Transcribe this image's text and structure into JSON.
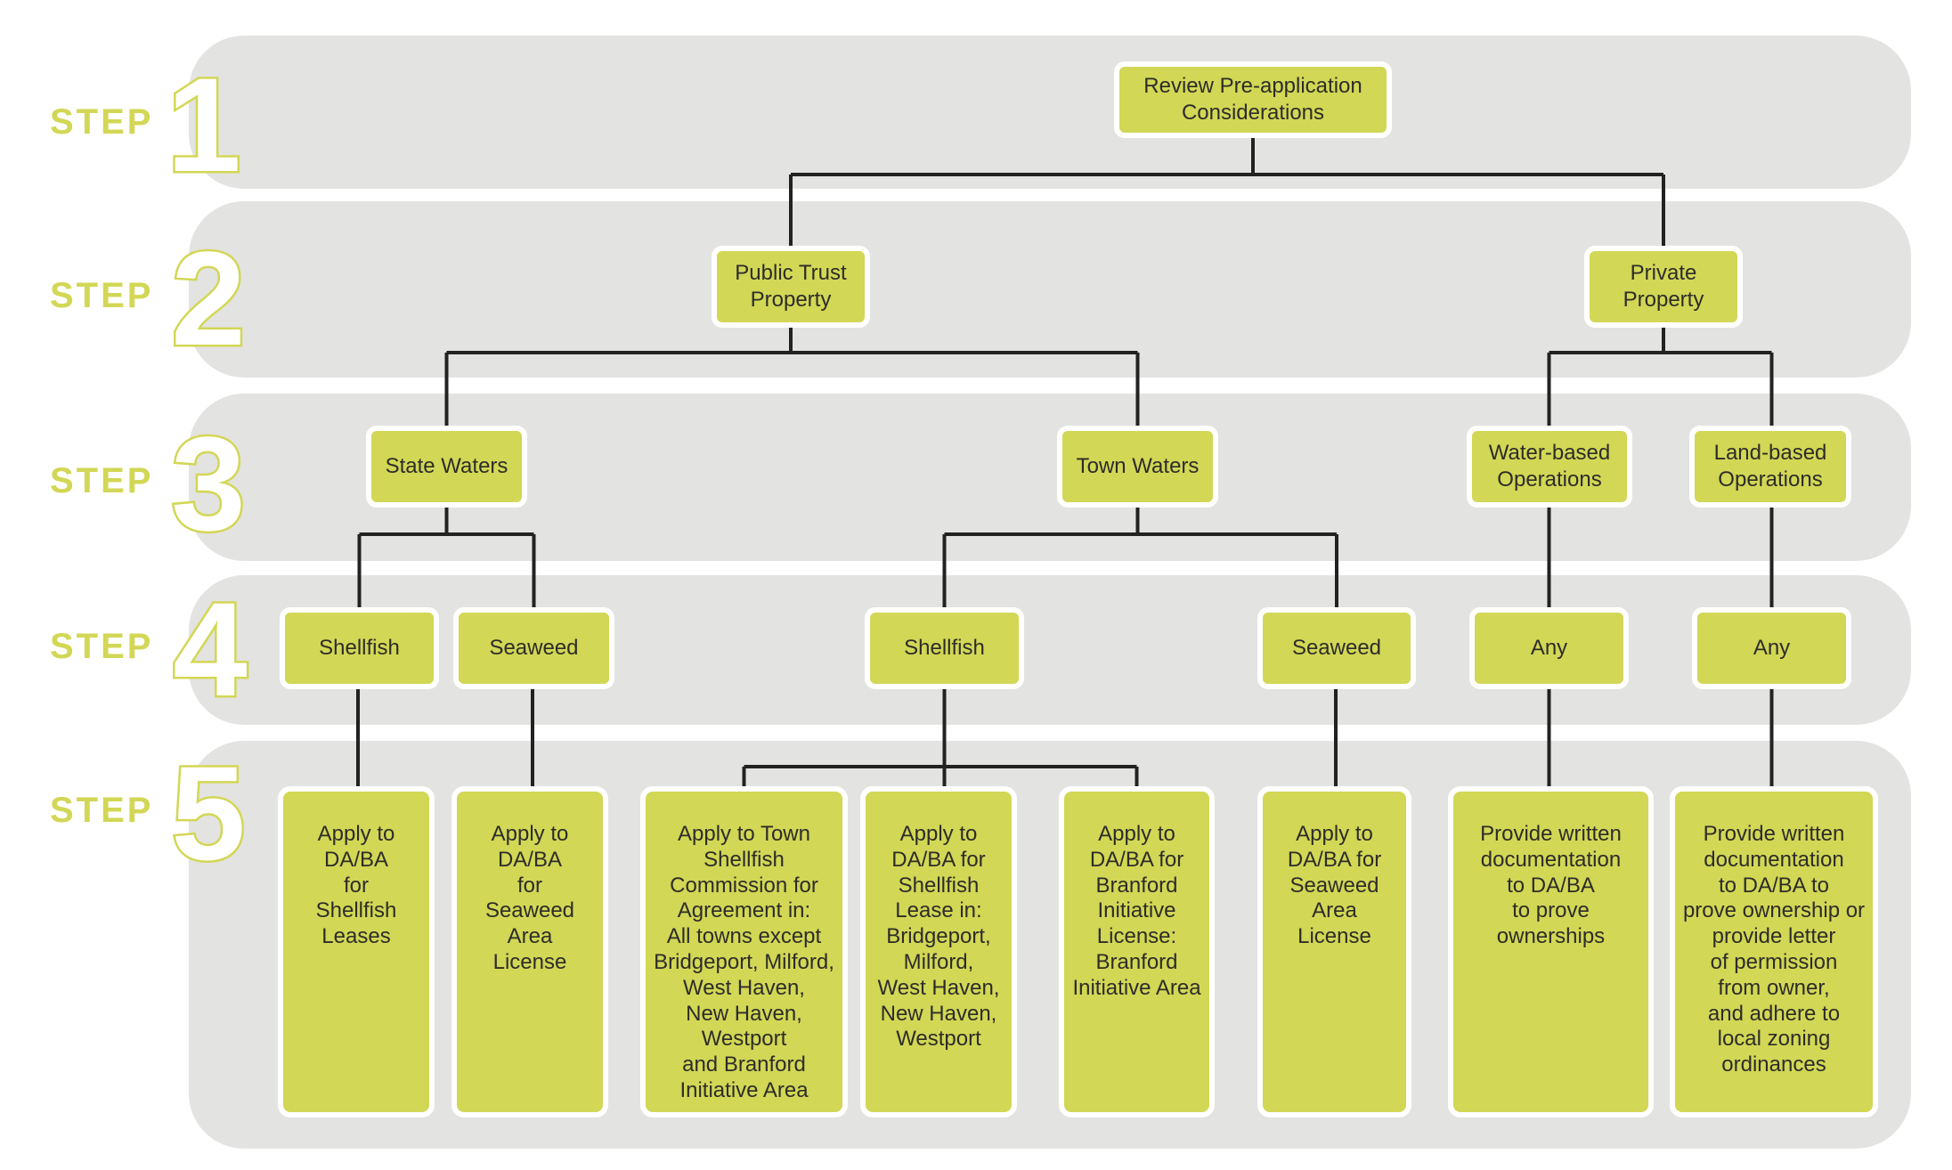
{
  "figure": {
    "type": "flowchart",
    "description": "Five-step aquaculture application decision flowchart"
  },
  "colors": {
    "accent_green": "#d2d755",
    "band_gray": "#e3e3e1",
    "connector_line": "#232222",
    "text_dark": "#2e2c29",
    "background": "#ffffff"
  },
  "steps": [
    {
      "word": "STEP",
      "number": "1"
    },
    {
      "word": "STEP",
      "number": "2"
    },
    {
      "word": "STEP",
      "number": "3"
    },
    {
      "word": "STEP",
      "number": "4"
    },
    {
      "word": "STEP",
      "number": "5"
    }
  ],
  "nodes": {
    "review": {
      "text": "Review Pre-application\nConsiderations"
    },
    "public_trust": {
      "text": "Public Trust\nProperty"
    },
    "private_property": {
      "text": "Private\nProperty"
    },
    "state_waters": {
      "text": "State Waters"
    },
    "town_waters": {
      "text": "Town Waters"
    },
    "water_based": {
      "text": "Water-based\nOperations"
    },
    "land_based": {
      "text": "Land-based\nOperations"
    },
    "shellfish_state": {
      "text": "Shellfish"
    },
    "seaweed_state": {
      "text": "Seaweed"
    },
    "shellfish_town": {
      "text": "Shellfish"
    },
    "seaweed_town": {
      "text": "Seaweed"
    },
    "any_water": {
      "text": "Any"
    },
    "any_land": {
      "text": "Any"
    },
    "apply_shellfish_leases": {
      "text": "Apply to\nDA/BA\nfor\nShellfish\nLeases"
    },
    "apply_seaweed_state": {
      "text": "Apply to\nDA/BA\nfor\nSeaweed\nArea\nLicense"
    },
    "apply_town_commission": {
      "text": "Apply to Town\nShellfish\nCommission for\nAgreement in:\nAll towns except\nBridgeport, Milford,\nWest Haven,\nNew Haven,\nWestport\nand Branford\nInitiative Area"
    },
    "apply_daba_lease": {
      "text": "Apply to\nDA/BA for\nShellfish\nLease in:\nBridgeport,\nMilford,\nWest Haven,\nNew Haven,\nWestport"
    },
    "apply_branford": {
      "text": "Apply to\nDA/BA for\nBranford\nInitiative\nLicense:\nBranford\nInitiative Area"
    },
    "apply_seaweed_town": {
      "text": "Apply to\nDA/BA for\nSeaweed\nArea\nLicense"
    },
    "provide_doc_water": {
      "text": "Provide written\ndocumentation\nto DA/BA\nto prove\nownerships"
    },
    "provide_doc_land": {
      "text": "Provide written\ndocumentation\nto DA/BA to\nprove ownership or\nprovide letter\nof permission\nfrom owner,\nand adhere to\nlocal zoning\nordinances"
    }
  }
}
